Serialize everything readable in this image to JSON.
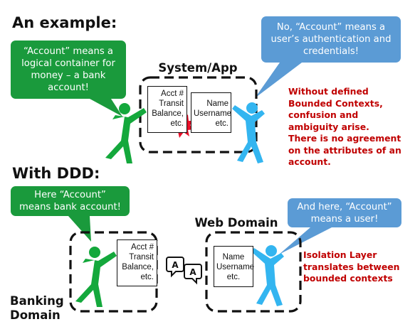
{
  "example": {
    "heading": "An example:",
    "green_bubble": [
      "“Account” means a",
      "logical container for",
      "money – a bank",
      "account!"
    ],
    "blue_bubble": [
      "No, “Account” means a",
      "user’s authentication and",
      "credentials!"
    ],
    "system_label": "System/App",
    "acct_card": [
      "Acct #",
      "Transit",
      "Balance,",
      "etc."
    ],
    "name_card": [
      "Name",
      "Username",
      "etc."
    ],
    "note": [
      "Without defined",
      "Bounded Contexts,",
      "confusion and",
      "ambiguity arise.",
      "There is no agreement",
      "on the attributes of an",
      "account."
    ]
  },
  "ddd": {
    "heading": "With DDD:",
    "green_bubble": [
      "Here “Account”",
      "means bank account!"
    ],
    "blue_bubble": [
      "And here, “Account”",
      "means a user!"
    ],
    "web_label": "Web Domain",
    "banking_label": [
      "Banking",
      "Domain"
    ],
    "acct_card": [
      "Acct #",
      "Transit",
      "Balance,",
      "etc."
    ],
    "name_card": [
      "Name",
      "Username",
      "etc."
    ],
    "translate_letters": [
      "A",
      "A"
    ],
    "note": [
      "Isolation Layer",
      "translates between",
      "bounded contexts"
    ]
  },
  "colors": {
    "green_person": "#14a83c",
    "blue_person": "#33b5f0",
    "green_bubble": "#1a9a3c",
    "blue_bubble": "#5b9bd5",
    "note_red": "#c00000",
    "conflict_burst": "#e8102a"
  },
  "icons": [
    "green-person-icon",
    "blue-person-icon",
    "conflict-burst-icon",
    "translate-icon"
  ]
}
